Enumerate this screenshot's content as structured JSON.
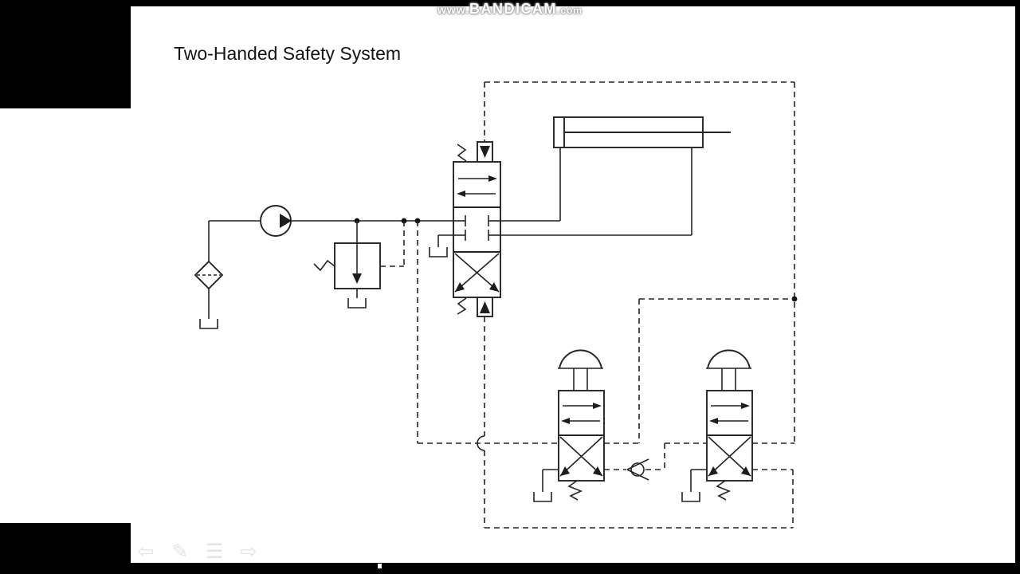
{
  "watermark": {
    "prefix": "www.",
    "brand": "BANDICAM",
    "suffix": ".com"
  },
  "slide": {
    "title": "Two-Handed Safety System"
  },
  "nav_toolbar": {
    "icons": [
      {
        "name": "back-arrow-icon",
        "glyph": "⇦"
      },
      {
        "name": "pen-icon",
        "glyph": "✎"
      },
      {
        "name": "slide-menu-icon",
        "glyph": "☰"
      },
      {
        "name": "forward-arrow-icon",
        "glyph": "⇨"
      }
    ]
  },
  "diagram": {
    "components": [
      "reservoir-tank",
      "suction-filter",
      "hydraulic-pump",
      "pressure-relief-valve",
      "pilot-operated-4-3-directional-valve",
      "double-acting-cylinder",
      "palm-button-valve-left",
      "palm-button-valve-right",
      "check-valve"
    ],
    "line_styles": {
      "working_line": "solid",
      "pilot_line": "dashed"
    }
  },
  "colors": {
    "background": "#ffffff",
    "letterbox": "#000000",
    "schematic_line": "#242424",
    "faint_icon": "#e4e4e4",
    "title_text": "#141414"
  }
}
